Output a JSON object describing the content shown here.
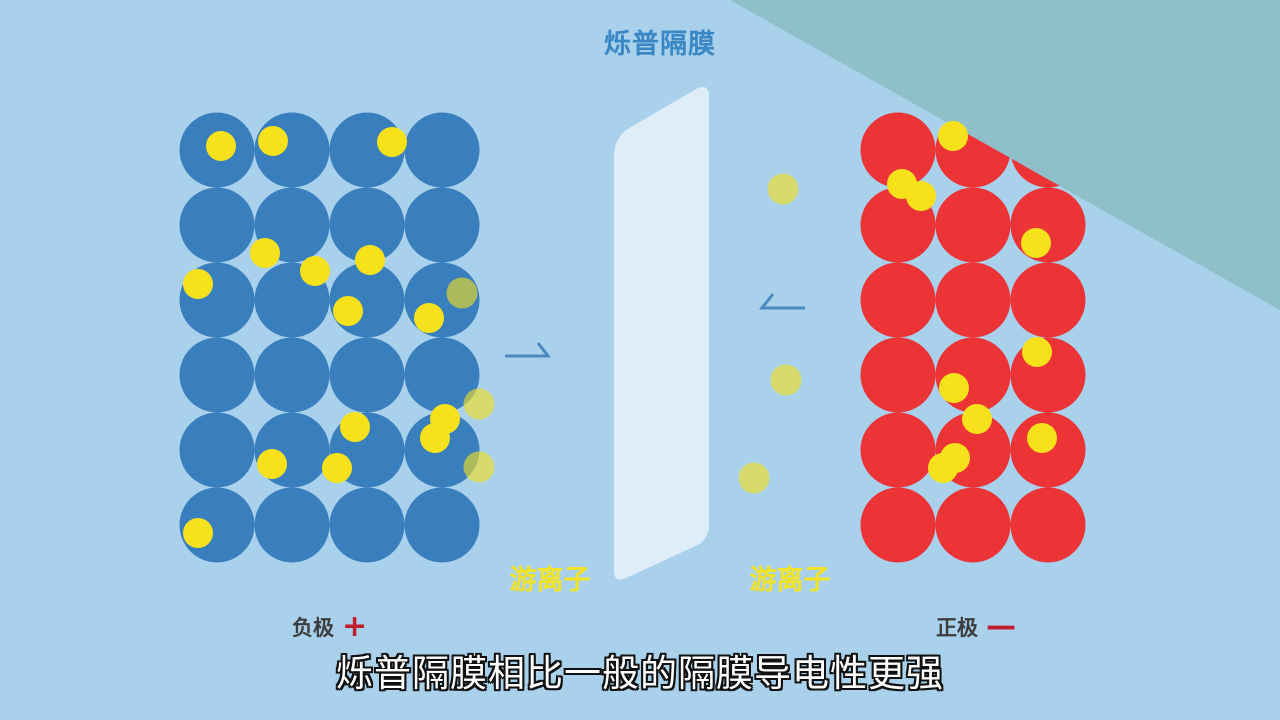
{
  "title": "烁普隔膜",
  "ion_label_left": "游离子",
  "ion_label_right": "游离子",
  "anode": {
    "label": "负极",
    "sign": "+"
  },
  "cathode": {
    "label": "正极",
    "sign": "—"
  },
  "subtitle": "烁普隔膜相比一般的隔膜导电性更强",
  "colors": {
    "background": "#a9d1ec",
    "corner_overlay": "#8fbfc9",
    "anode_particle": "#3a7fbd",
    "cathode_particle": "#ec3437",
    "ion": "#f7e11a",
    "separator": "#deedf7",
    "title": "#3a87c6",
    "sign": "#c21d2c"
  },
  "icons": [
    "arrow-right-icon",
    "arrow-left-icon"
  ]
}
